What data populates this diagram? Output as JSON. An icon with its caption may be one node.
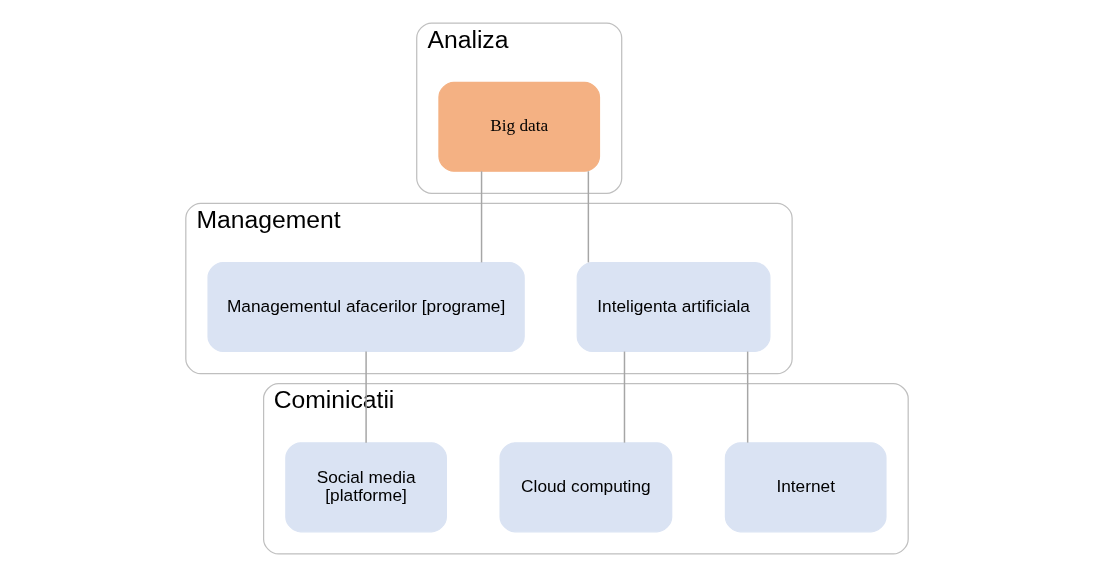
{
  "diagram": {
    "nodes": [
      {
        "text": [
          "Analiza"
        ]
      },
      {
        "text": [
          "Big data"
        ],
        "in": 0
      },
      {
        "text": [
          "Management"
        ]
      },
      {
        "text": [
          "Inteligenta artificiala"
        ],
        "in": 2
      },
      {
        "text": [
          "Managementul afacerilor [programe]"
        ],
        "in": 2
      },
      {
        "text": [
          "Cominicatii"
        ]
      },
      {
        "text": [
          "Internet"
        ],
        "in": 5
      },
      {
        "text": [
          "Cloud computing"
        ],
        "in": 5
      },
      {
        "text": [
          "Social media",
          "[platforme]"
        ],
        "in": 5
      }
    ],
    "edges": [
      {
        "from": 1,
        "to": 3,
        "arrow": "none"
      },
      {
        "from": 1,
        "to": 4,
        "arrow": "none"
      },
      {
        "from": 3,
        "to": 6,
        "arrow": "none"
      },
      {
        "from": 3,
        "to": 7,
        "arrow": "none"
      },
      {
        "from": 4,
        "to": 8,
        "arrow": "none"
      }
    ]
  }
}
